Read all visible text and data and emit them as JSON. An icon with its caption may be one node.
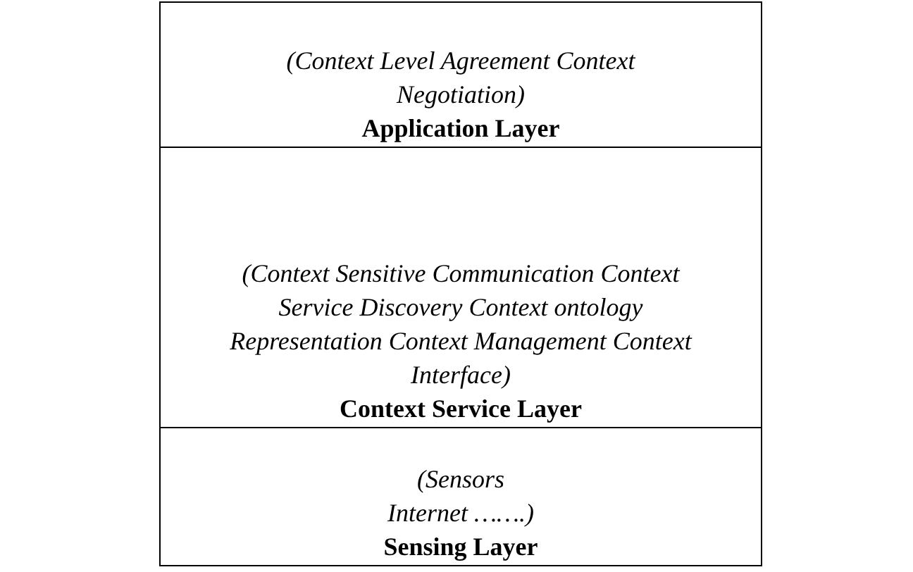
{
  "diagram": {
    "nodes": [
      {
        "text": [
          "(Context Level Agreement Context Negotiation)",
          "Application Layer"
        ]
      },
      {
        "text": [
          "(Context Sensitive Communication Context Service Discovery Context ontology Representation Context Management Context Interface)",
          "Context Service Layer"
        ]
      },
      {
        "text": [
          "(Sensors Internet …….)",
          "Sensing Layer"
        ]
      }
    ],
    "edges": []
  }
}
